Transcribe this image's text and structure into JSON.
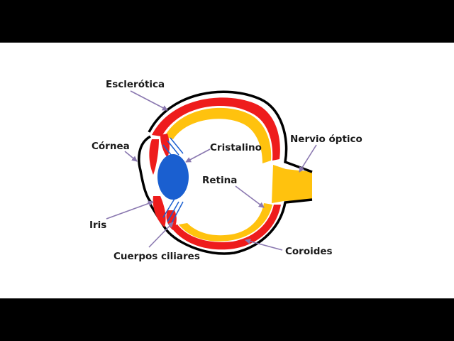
{
  "colors": {
    "background": "#ffffff",
    "letterbox": "#000000",
    "sclera": "#000000",
    "choroid": "#ee1c1c",
    "retina": "#ffc20e",
    "lens": "#1a5fd0",
    "ligament": "#1a5fd0",
    "arrow": "#8a78b0",
    "text": "#1a1a1a"
  },
  "labels": {
    "esclerotica": "Esclerótica",
    "cornea": "Córnea",
    "iris": "Iris",
    "cuerpos_ciliares": "Cuerpos ciliares",
    "cristalino": "Cristalino",
    "retina": "Retina",
    "nervio_optico": "Nervio óptico",
    "coroides": "Coroides"
  }
}
